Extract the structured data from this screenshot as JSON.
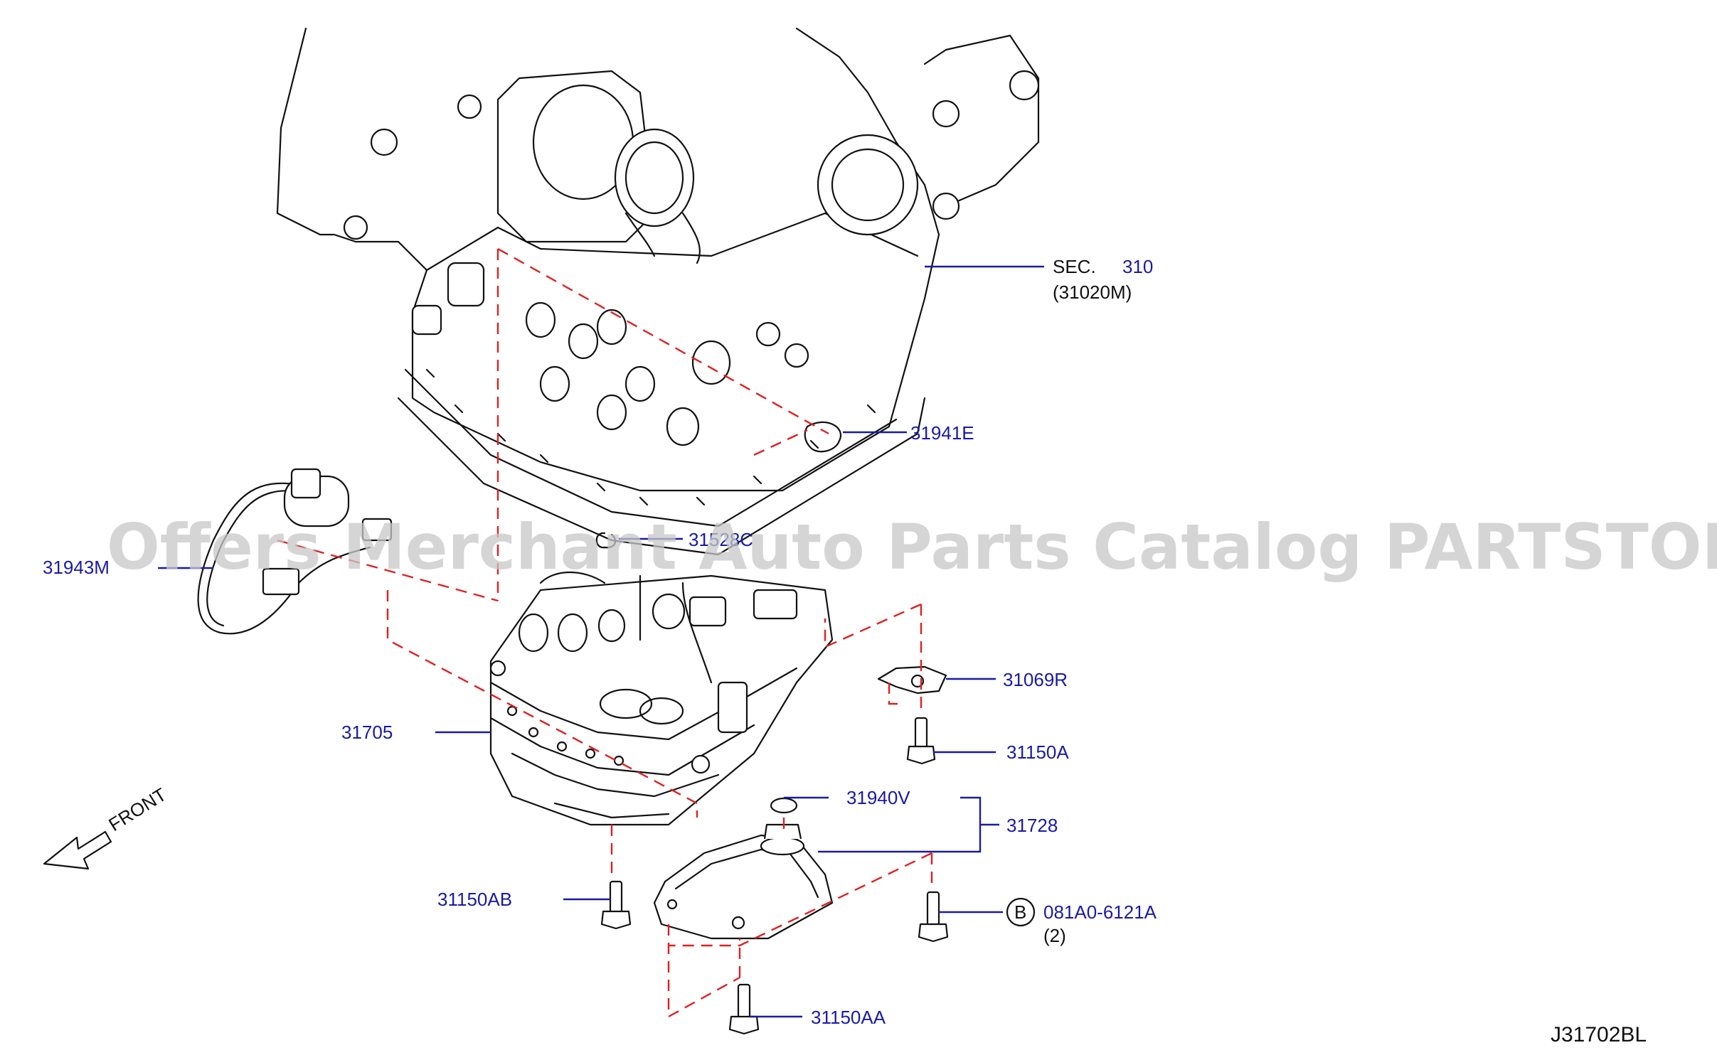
{
  "diagram": {
    "code": "J31702BL",
    "watermark": "Offers Merchant Auto Parts Catalog PARTSTORE.SA",
    "front_label": "FRONT",
    "callouts": {
      "sec_prefix": "SEC.",
      "sec_number": "310",
      "sec_sub": "(31020M)",
      "p31941E": "31941E",
      "p31943M": "31943M",
      "p31528C": "31528C",
      "p31069R": "31069R",
      "p31705": "31705",
      "p31150A": "31150A",
      "p31940V": "31940V",
      "p31728": "31728",
      "p31150AB": "31150AB",
      "bolt_circle": "B",
      "bolt_part": "081A0-6121A",
      "bolt_qty": "(2)",
      "p31150AA": "31150AA"
    }
  }
}
